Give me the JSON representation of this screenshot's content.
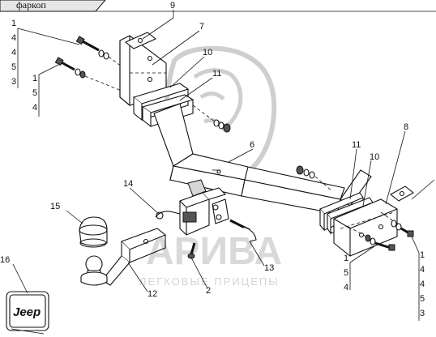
{
  "header": {
    "tab_title": "фаркоп"
  },
  "watermark": {
    "brand": "АРИВА",
    "tagline": "ЛЕГКОВЫЕ ПРИЦЕПЫ"
  },
  "badge": {
    "text": "Jeep"
  },
  "colors": {
    "line": "#111111",
    "watermark": "#d6d6d6",
    "part_fill": "#ffffff"
  },
  "callouts": [
    "1",
    "2",
    "3",
    "4",
    "5",
    "6",
    "7",
    "8",
    "9",
    "10",
    "11",
    "12",
    "13",
    "14",
    "15",
    "16"
  ],
  "callout_numbers": {
    "c9": "9",
    "c7": "7",
    "c10a": "10",
    "c11a": "11",
    "c6": "6",
    "c8": "8",
    "c11b": "11",
    "c10b": "10",
    "c14": "14",
    "c15": "15",
    "c13": "13",
    "c12": "12",
    "c2": "2",
    "c16": "16"
  },
  "fastener_stacks": {
    "top_left": [
      "1",
      "4",
      "4",
      "5",
      "3"
    ],
    "left_mid": [
      "1",
      "5",
      "4"
    ],
    "bottom_mid": [
      "1",
      "5",
      "4"
    ],
    "right": [
      "1",
      "4",
      "4",
      "5",
      "3"
    ]
  }
}
